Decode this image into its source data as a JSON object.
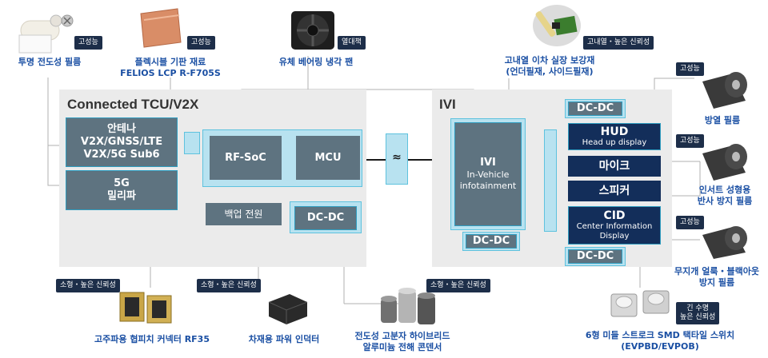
{
  "regions": {
    "tcu_title": "Connected TCU/V2X",
    "ivi_title": "IVI"
  },
  "blocks": {
    "antenna": [
      "안테나",
      "V2X/GNSS/LTE",
      "V2X/5G Sub6"
    ],
    "mmwave": [
      "5G",
      "밀리파"
    ],
    "rfsoc": "RF-SoC",
    "mcu": "MCU",
    "backup": "백업 전원",
    "dcdc_tcu": "DC-DC",
    "ivi_main": "IVI",
    "ivi_sub": [
      "In-Vehicle",
      "infotainment"
    ],
    "dcdc_ivi": "DC-DC",
    "dcdc_hud": "DC-DC",
    "hud": "HUD",
    "hud_sub": "Head up display",
    "mic": "마이크",
    "speaker": "스피커",
    "cid": "CID",
    "cid_sub": [
      "Center Information",
      "Display"
    ],
    "dcdc_cid": "DC-DC",
    "separator_symbol": "≈"
  },
  "products": [
    {
      "tag": "고성능",
      "label": [
        "투명 전도성 필름"
      ]
    },
    {
      "tag": "고성능",
      "label": [
        "플렉시블 기판 재료",
        "FELIOS LCP R-F705S"
      ]
    },
    {
      "tag": "열대책",
      "label": [
        "유체 베어링 냉각 팬"
      ]
    },
    {
      "tag": "고내열・높은 신뢰성",
      "label": [
        "고내열 이차 실장 보강재",
        "(언더필재, 사이드필재)"
      ]
    },
    {
      "tag": "고성능",
      "label": [
        "방열 필름"
      ]
    },
    {
      "tag": "고성능",
      "label": [
        "인서트 성형용",
        "반사 방지 필름"
      ]
    },
    {
      "tag": "고성능",
      "label": [
        "무지개 얼룩・블랙아웃",
        "방지 필름"
      ]
    },
    {
      "tag": "소형・높은 신뢰성",
      "label": [
        "고주파용 협피치 커넥터 RF35"
      ]
    },
    {
      "tag": "소형・높은 신뢰성",
      "label": [
        "차재용 파워 인덕터"
      ]
    },
    {
      "tag": "소형・높은 신뢰성",
      "label": [
        "전도성 고분자 하이브리드",
        "알루미늄 전해 콘덴서"
      ]
    },
    {
      "tag": "긴 수명・높은 신뢰성",
      "tag_lines": [
        "긴 수명",
        "높은 신뢰성"
      ],
      "label": [
        "6형 미들 스트로크 SMD 택타일 스위치",
        "(EVPBD/EVPOB)"
      ]
    }
  ],
  "colors": {
    "label_blue": "#1a4fa3",
    "tag_navy": "#1d2e49",
    "block_gray": "#5e7380",
    "panel_light": "#b8e2f0",
    "panel_border": "#5ec2de",
    "navy_block": "#132e5a",
    "region_gray": "#ebebeb"
  }
}
